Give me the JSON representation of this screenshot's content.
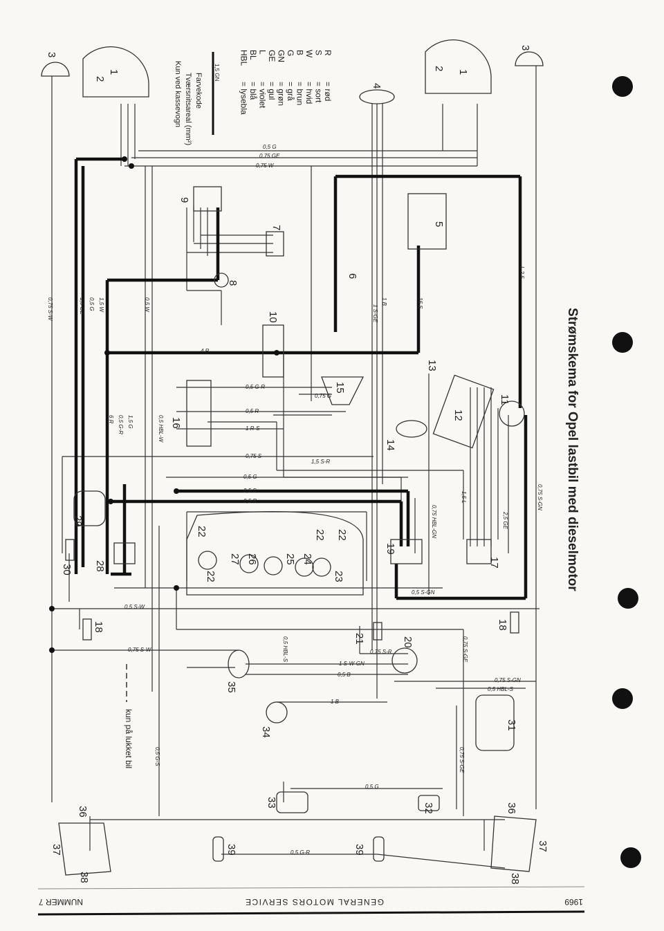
{
  "title": "Strømskema for Opel lastbil med dieselmotor",
  "legend": {
    "colors": [
      {
        "code": "R",
        "name": "= rød"
      },
      {
        "code": "S",
        "name": "= sort"
      },
      {
        "code": "W",
        "name": "= hvid"
      },
      {
        "code": "B",
        "name": "= brun"
      },
      {
        "code": "G",
        "name": "= grå"
      },
      {
        "code": "GN",
        "name": "= grøn"
      },
      {
        "code": "GE",
        "name": "= gul"
      },
      {
        "code": "L",
        "name": "= violet"
      },
      {
        "code": "BL",
        "name": "= blå"
      },
      {
        "code": "HBL",
        "name": "= lysebla"
      }
    ],
    "sample_wire": "1,5 GN",
    "sample_color_label": "Farvekode",
    "sample_area_label": "Tværsnitsareal (mm²)",
    "van_only_label": "Kun ved kassevogn"
  },
  "closed_car_note": "kun på lukket bil",
  "components": [
    "1",
    "2",
    "3",
    "4",
    "5",
    "6",
    "7",
    "8",
    "9",
    "10",
    "11",
    "12",
    "13",
    "14",
    "15",
    "16",
    "17",
    "18",
    "19",
    "20",
    "21",
    "22",
    "23",
    "24",
    "25",
    "26",
    "27",
    "28",
    "29",
    "30",
    "31",
    "32",
    "33",
    "34",
    "35",
    "36",
    "37",
    "38",
    "39",
    "1",
    "2",
    "3",
    "18",
    "22",
    "22",
    "22",
    "36",
    "37",
    "38",
    "39"
  ],
  "wire_labels": [
    "0,5 G",
    "0,75 GE",
    "0,75 W",
    "0,75 S-W",
    "1,5 W",
    "0,5 G",
    "1,5 GE",
    "0,5 W",
    "4 R",
    "16 S",
    "L 2,5",
    "1 B",
    "1 S-GE",
    "0,5 G-R",
    "0,5 R",
    "1 R-S",
    "0,75 S",
    "1,5 S-R",
    "0,5 G",
    "2,5 S",
    "2,5 R",
    "0,75 S-GN",
    "2,5 GE",
    "0,5 S-GN",
    "0,75 S-GE",
    "0,5 HBL-S",
    "1 S-W-GN",
    "0,5 B",
    "1 B",
    "0,75 S-R",
    "0,5 G-S",
    "0,75 S-W",
    "0,5 G-R",
    "0,5 HBL-W",
    "6 R",
    "1,5 G",
    "0,75 G",
    "0,5 S-W",
    "0,75 S-GN",
    "0,5 HBL-S",
    "0,75 HBL-GN",
    "1,5 L",
    "0,5 G-R",
    "0,75 S-GE",
    "0,5 G"
  ],
  "footer": {
    "left": "NUMMER 7",
    "center": "GENERAL MOTORS SERVICE",
    "right": "1969"
  }
}
